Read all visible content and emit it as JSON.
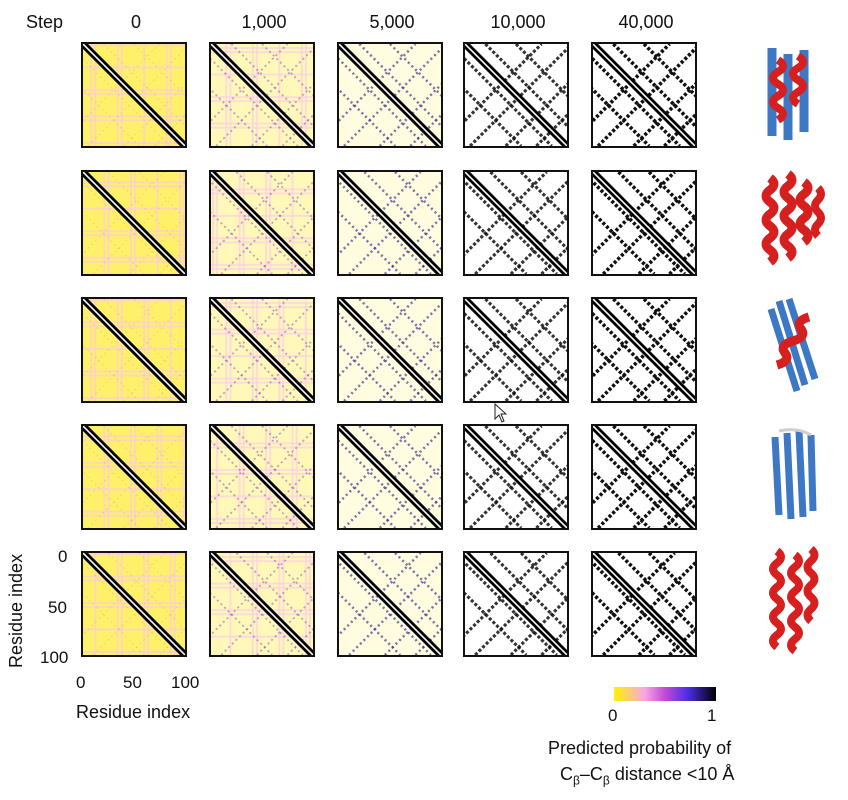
{
  "header": {
    "step_label": "Step",
    "steps": [
      "0",
      "1,000",
      "5,000",
      "10,000",
      "40,000"
    ]
  },
  "axis": {
    "y_title": "Residue index",
    "x_title": "Residue index",
    "y_ticks": [
      "0",
      "50",
      "100"
    ],
    "x_ticks": [
      "0",
      "50",
      "100"
    ]
  },
  "rows": [
    {
      "structure": "mixed alpha/beta protein",
      "stripes": "antidiagonal grid"
    },
    {
      "structure": "helical bundle protein",
      "stripes": "diagonal grid"
    },
    {
      "structure": "beta-sheet protein with helix",
      "stripes": "antidiagonal grid"
    },
    {
      "structure": "beta-barrel protein",
      "stripes": "antidiagonal grid"
    },
    {
      "structure": "helical bundle protein",
      "stripes": "diagonal grid"
    }
  ],
  "colorbar": {
    "min_label": "0",
    "max_label": "1",
    "caption_line1": "Predicted probability of",
    "caption_line2_prefix": "C",
    "caption_sub": "β",
    "caption_dash": "–C",
    "caption_sub2": "β",
    "caption_suffix": " distance <10 Å",
    "colors": [
      "#fff200",
      "#f6a6e6",
      "#c04bd6",
      "#4c2ee8",
      "#000000"
    ]
  },
  "colors": {
    "helix": "#d62020",
    "strand": "#3d78c4",
    "loop": "#cfcfcf"
  },
  "cursor_icon": "arrow-cursor-icon"
}
